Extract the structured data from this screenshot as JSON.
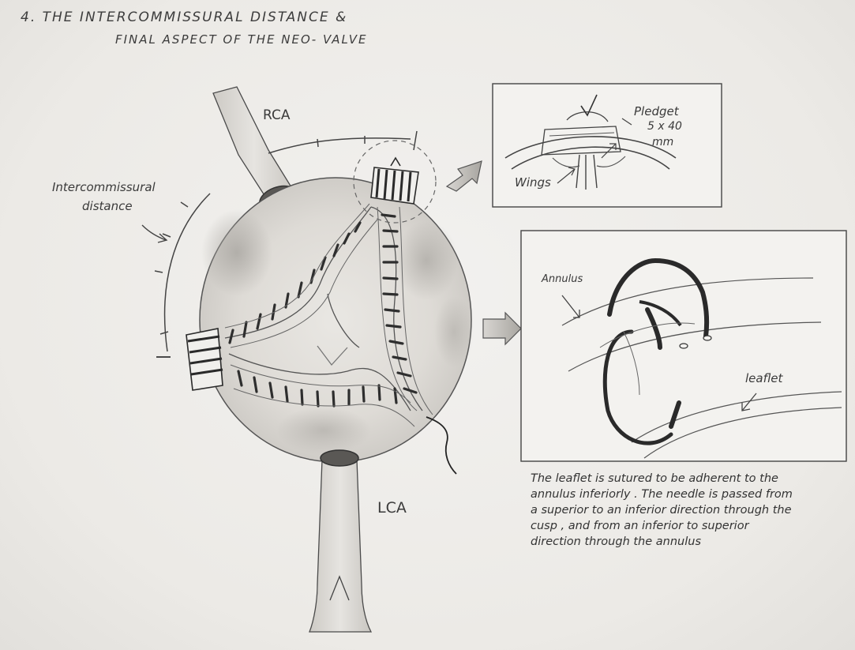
{
  "title": {
    "line1": "4. THE INTERCOMMISSURAL DISTANCE &",
    "line2": "FINAL ASPECT OF THE NEO- VALVE"
  },
  "main_figure": {
    "rca_label": "RCA",
    "lca_label": "LCA",
    "intercommissural_label_line1": "Intercommissural",
    "intercommissural_label_line2": "distance"
  },
  "inset_top": {
    "pledget_label": "Pledget",
    "pledget_size": "5 x 40",
    "pledget_unit": "mm",
    "wings_label": "Wings"
  },
  "inset_bottom": {
    "annulus_label": "Annulus",
    "leaflet_label": "leaflet"
  },
  "caption": {
    "text": "The leaflet is sutured to be adherent to the annulus inferiorly . The needle is passed from a superior to an inferior direction through the cusp , and from an inferior to superior direction through the annulus"
  },
  "colors": {
    "pencil": "#3a3a3a",
    "shading": "#bdbab5",
    "paper": "#efeeeb"
  }
}
